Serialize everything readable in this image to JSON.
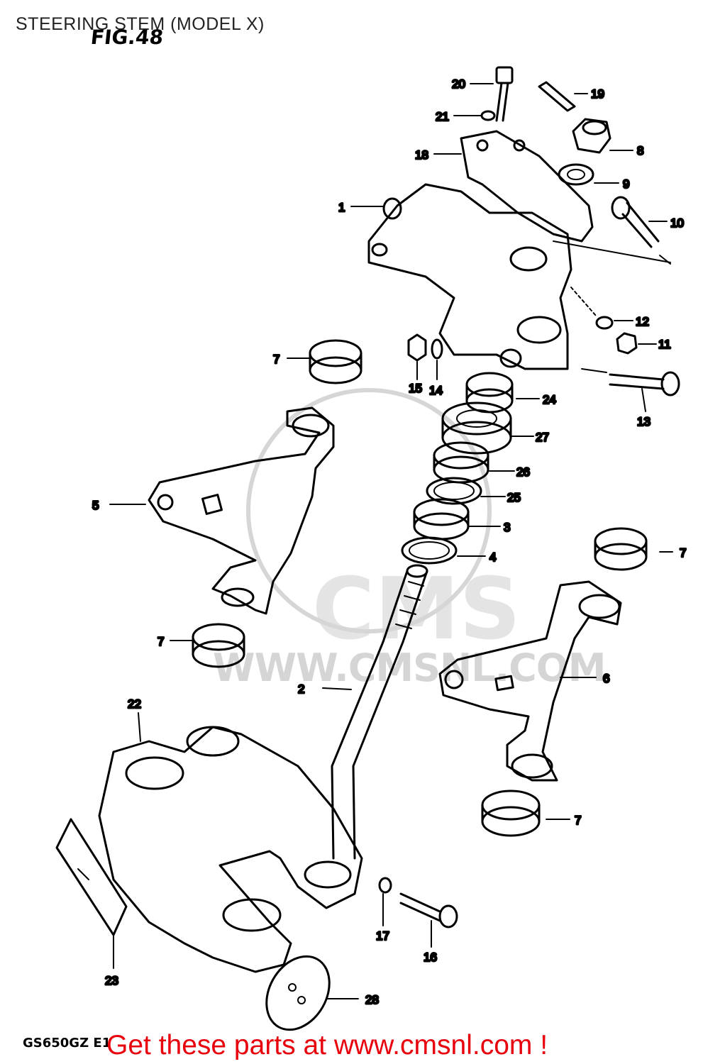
{
  "header": {
    "title": "STEERING STEM (MODEL X)",
    "figure": "FIG.48"
  },
  "footer": {
    "model_code": "GS650GZ E1",
    "promo": "Get these parts at www.cmsnl.com !"
  },
  "watermark": {
    "logo_text": "CMS",
    "url_text": "WWW.CMSNL.COM"
  },
  "colors": {
    "promo": "#e8000c",
    "line_art": "#000000",
    "watermark": "#c8c8c8"
  },
  "callouts": [
    "1",
    "2",
    "3",
    "4",
    "5",
    "6",
    "7",
    "7",
    "7",
    "7",
    "7",
    "8",
    "9",
    "10",
    "11",
    "12",
    "13",
    "14",
    "15",
    "16",
    "17",
    "18",
    "19",
    "20",
    "21",
    "22",
    "23",
    "24",
    "25",
    "26",
    "27",
    "28"
  ]
}
